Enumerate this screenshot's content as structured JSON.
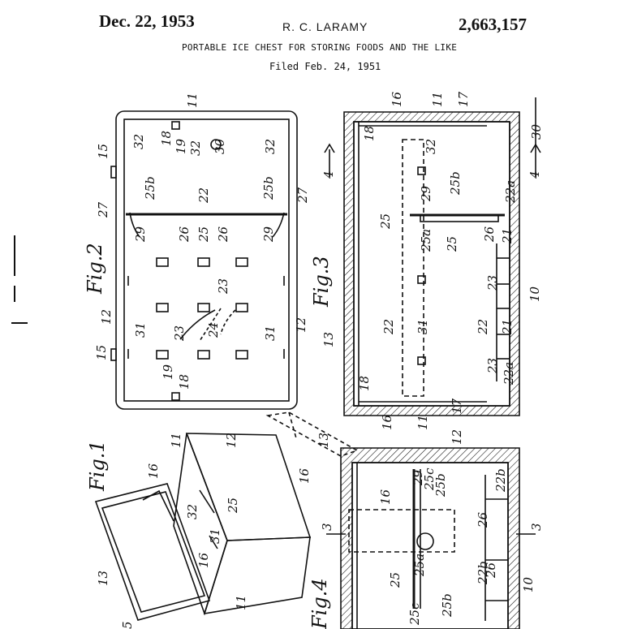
{
  "header": {
    "date": "Dec. 22, 1953",
    "inventor": "R. C. LARAMY",
    "patent_number": "2,663,157",
    "title": "PORTABLE ICE CHEST FOR STORING FOODS AND THE LIKE",
    "filed": "Filed Feb. 24, 1951"
  },
  "figures": {
    "fig1": "Fig.1",
    "fig2": "Fig.2",
    "fig3": "Fig.3",
    "fig4": "Fig.4"
  },
  "refs": {
    "r10": "10",
    "r11": "11",
    "r12": "12",
    "r13": "13",
    "r15": "15",
    "r16": "16",
    "r17": "17",
    "r18": "18",
    "r19": "19",
    "r21": "21",
    "r22": "22",
    "r22a": "22a",
    "r22b": "22b",
    "r23": "23",
    "r24": "24",
    "r25": "25",
    "r25a": "25a",
    "r25b": "25b",
    "r25c": "25c",
    "r26": "26",
    "r27": "27",
    "r29": "29",
    "r30": "30",
    "r31": "31",
    "r32": "32",
    "r3": "3",
    "r4": "4",
    "r5": "5"
  },
  "colors": {
    "ink": "#111111",
    "paper": "#ffffff"
  }
}
